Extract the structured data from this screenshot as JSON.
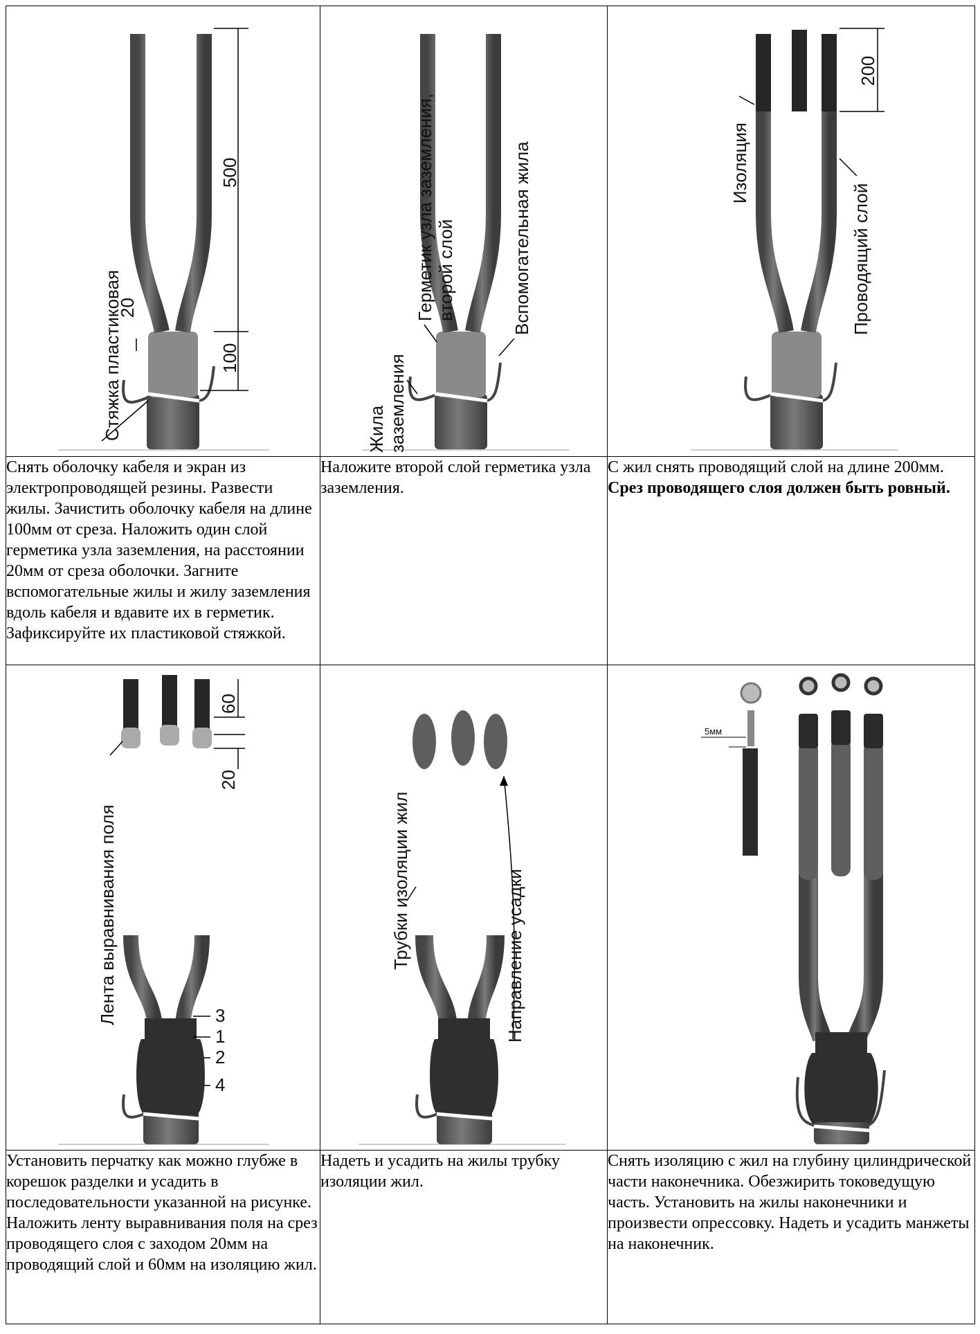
{
  "colors": {
    "core": "#6b6b6b",
    "core_dark": "#3a3a3a",
    "cable": "#5a5a5a",
    "glove": "#2f2f2f",
    "tape": "#9a9a9a",
    "tie": "#ffffff"
  },
  "step1": {
    "labels": {
      "dim_500": "500",
      "dim_20": "20",
      "dim_100": "100",
      "tie": "Стяжка пластиковая"
    },
    "text": "Снять оболочку кабеля и экран из электропроводящей резины. Развести жилы. Зачистить оболочку кабеля на длине 100мм от среза. Наложить один слой герметика узла заземления, на расстоянии 20мм от среза оболочки. Загните вспомогательные жилы и жилу заземления вдоль кабеля и вдавите их в герметик. Зафиксируйте их пластиковой стяжкой."
  },
  "step2": {
    "labels": {
      "sealant": "Герметик узла заземления,",
      "sealant2": "второй слой",
      "aux_core": "Вспомогательная жила",
      "ground": "Жила",
      "ground2": "заземления"
    },
    "text": "Наложите второй слой герметика узла заземления."
  },
  "step3": {
    "labels": {
      "dim_200": "200",
      "insulation": "Изоляция",
      "conductive": "Проводящий слой"
    },
    "text_normal": "С жил снять проводящий слой на длине 200мм. ",
    "text_bold": "Срез проводящего слоя должен быть ровный."
  },
  "step4": {
    "labels": {
      "dim_60": "60",
      "dim_20": "20",
      "tape": "Лента выравнивания поля",
      "n3": "3",
      "n1": "1",
      "n2": "2",
      "n4": "4"
    },
    "text": "Установить перчатку как можно глубже в корешок разделки и усадить в последовательности указанной  на рисунке. Наложить ленту выравнивания поля на срез проводящего слоя с заходом 20мм на проводящий слой и 60мм на изоляцию жил."
  },
  "step5": {
    "labels": {
      "tubes": "Трубки изоляции жил",
      "direction": "Направление усадки"
    },
    "text": "Надеть и усадить на жилы трубку изоляции жил."
  },
  "step6": {
    "labels": {
      "dim_5mm": "5мм"
    },
    "text": "Снять изоляцию с жил на глубину цилиндрической части наконечника. Обезжирить токоведущую часть. Установить на жилы наконечники и произвести опрессовку. Надеть и усадить манжеты на наконечник."
  }
}
